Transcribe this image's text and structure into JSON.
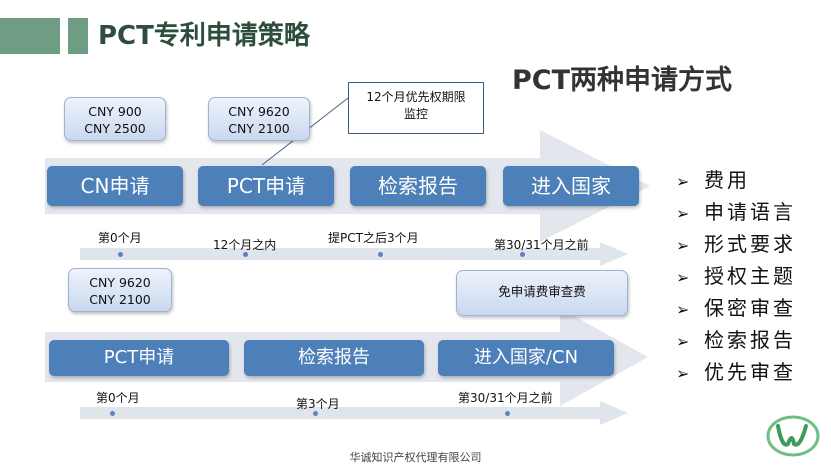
{
  "header": {
    "title": "PCT专利申请策略",
    "subtitle": "PCT两种申请方式"
  },
  "route1": {
    "costs": [
      {
        "line1": "CNY 900",
        "line2": "CNY 2500"
      },
      {
        "line1": "CNY 9620",
        "line2": "CNY 2100"
      }
    ],
    "callout": {
      "line1": "12个月优先权期限",
      "line2": "监控"
    },
    "steps": [
      "CN申请",
      "PCT申请",
      "检索报告",
      "进入国家"
    ],
    "timeline": [
      "第0个月",
      "12个月之内",
      "提PCT之后3个月",
      "第30/31个月之前"
    ]
  },
  "route2": {
    "cost": {
      "line1": "CNY 9620",
      "line2": "CNY 2100"
    },
    "exempt_label": "免申请费审查费",
    "steps": [
      "PCT申请",
      "检索报告",
      "进入国家/CN"
    ],
    "timeline": [
      "第0个月",
      "第3个月",
      "第30/31个月之前"
    ]
  },
  "bullets": [
    "费用",
    "申请语言",
    "形式要求",
    "授权主题",
    "保密审查",
    "检索报告",
    "优先审查"
  ],
  "footer": "华诚知识产权代理有限公司",
  "colors": {
    "accent_green": "#6f9d83",
    "step_blue": "#4d7fb9",
    "arrow_gray": "#dfe3ea"
  }
}
